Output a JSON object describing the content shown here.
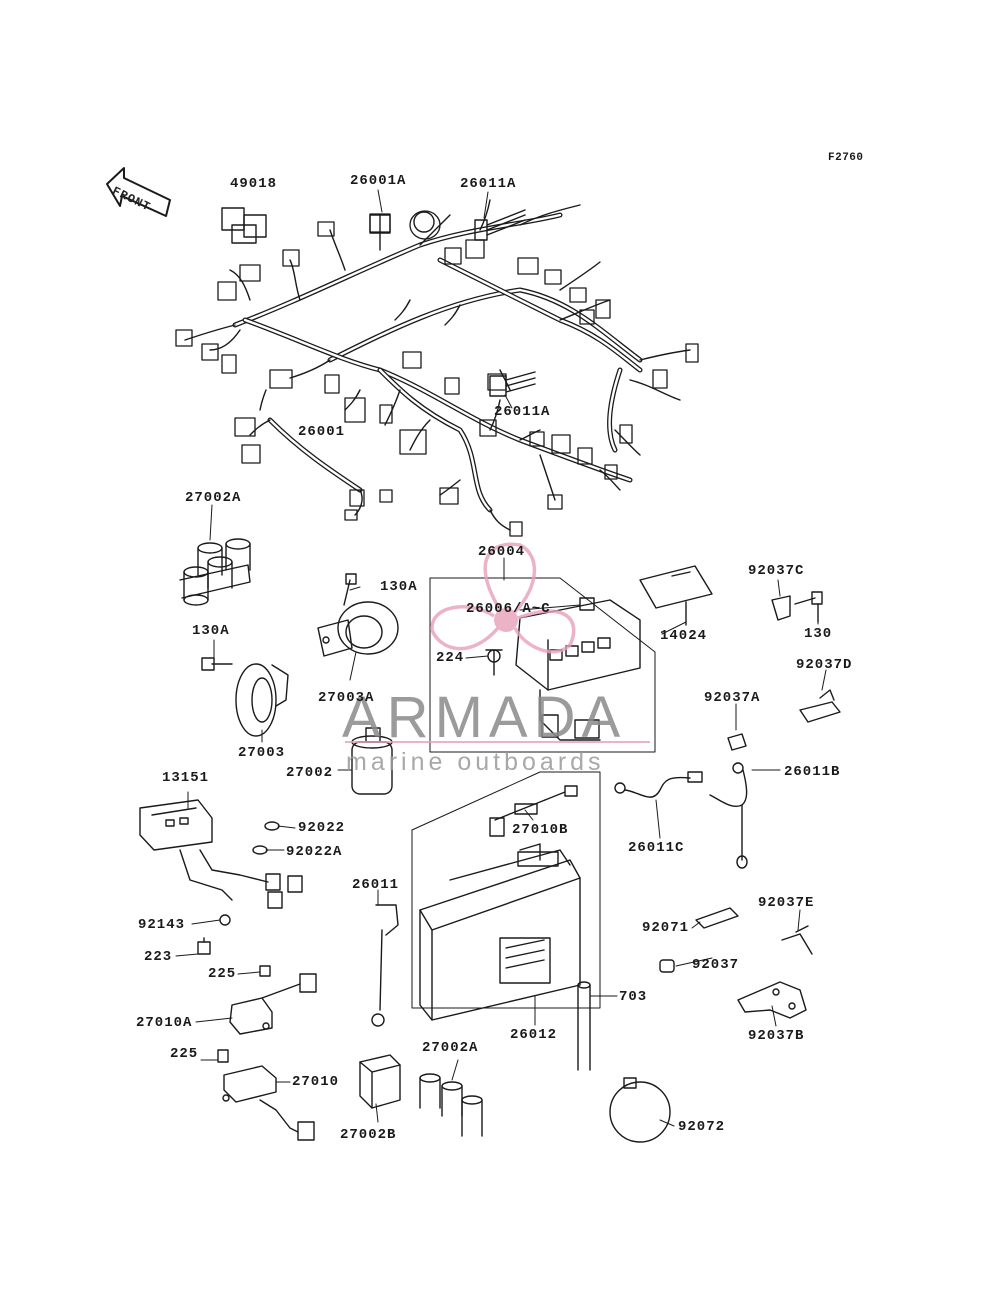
{
  "figure_code": "F2760",
  "front_label": "FRONT",
  "watermark": {
    "brand": "ARMADA",
    "tagline": "marine outboards"
  },
  "callouts": {
    "c49018": "49018",
    "c26001A": "26001A",
    "c26011A_top": "26011A",
    "c26011A_mid": "26011A",
    "c26001": "26001",
    "c27002A_top": "27002A",
    "c26004": "26004",
    "c26006": "26006/A~C",
    "c224": "224",
    "c14024": "14024",
    "c92037C": "92037C",
    "c130": "130",
    "c92037D": "92037D",
    "c130A_top": "130A",
    "c130A_left": "130A",
    "c27003A": "27003A",
    "c27003": "27003",
    "c27002": "27002",
    "c92037A": "92037A",
    "c26011B": "26011B",
    "c13151": "13151",
    "c92022": "92022",
    "c92022A": "92022A",
    "c27010B": "27010B",
    "c26011C": "26011C",
    "c26011": "26011",
    "c92143": "92143",
    "c223": "223",
    "c225_top": "225",
    "c27010A": "27010A",
    "c225_bottom": "225",
    "c27010": "27010",
    "c27002B": "27002B",
    "c27002A_bottom": "27002A",
    "c26012": "26012",
    "c703": "703",
    "c92071": "92071",
    "c92037": "92037",
    "c92037E": "92037E",
    "c92037B": "92037B",
    "c92072": "92072"
  },
  "colors": {
    "line": "#1a1a1a",
    "watermark_pink": "#e8a0b8",
    "watermark_gray": "#8a8a8a"
  }
}
